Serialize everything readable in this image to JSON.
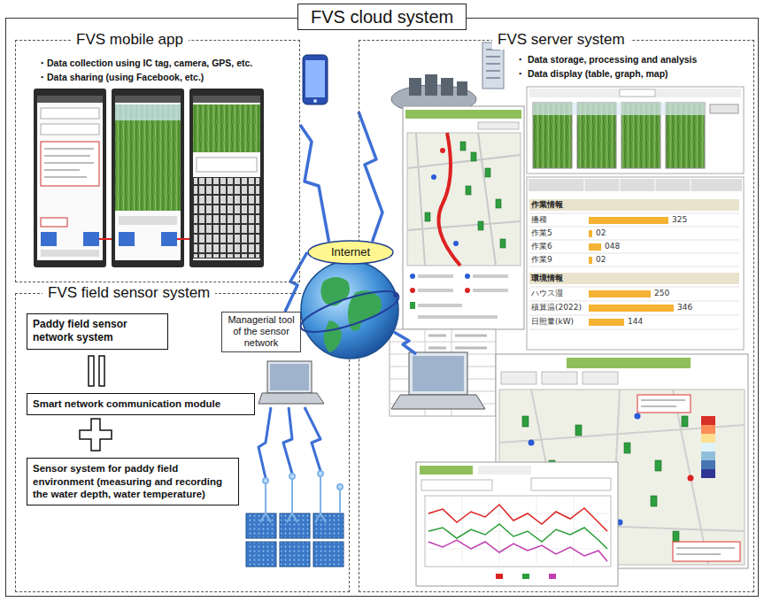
{
  "diagram": {
    "nodes": [
      {
        "text": [
          "FVS cloud system"
        ]
      },
      {
        "text": [
          "FVS mobile app",
          "・Data collection using IC tag, camera, GPS, etc.",
          "・Data sharing (using Facebook, etc.)"
        ],
        "in": 0
      },
      {
        "text": [
          "FVS server system",
          "・ Data storage, processing and analysis",
          "・ Data display (table, graph, map)"
        ],
        "in": 0
      },
      {
        "text": [
          "Internet"
        ],
        "in": 0
      },
      {
        "text": [
          "FVS field sensor system"
        ],
        "in": 0
      },
      {
        "text": [
          "Paddy field sensor network system"
        ],
        "in": 4
      },
      {
        "text": [
          "Managerial tool of the sensor network"
        ],
        "in": 4
      },
      {
        "text": [
          "Smart network communication module"
        ],
        "in": 4
      },
      {
        "text": [
          "Sensor system for paddy field environment (measuring and recording the water depth, water temperature)"
        ],
        "in": 4
      }
    ],
    "edges": [
      {
        "from": 1,
        "to": 3,
        "arrow": "none"
      },
      {
        "from": 2,
        "to": 3,
        "arrow": "none"
      },
      {
        "from": 6,
        "to": 3,
        "arrow": "none"
      }
    ],
    "labels": [
      "作業情報",
      "播種",
      "325",
      "作業5",
      "02",
      "作業6",
      "048",
      "作業9",
      "02",
      "環境情報",
      "ハウス湿",
      "250",
      "積算温(2022)",
      "346",
      "日照量(kW)",
      "144"
    ]
  }
}
